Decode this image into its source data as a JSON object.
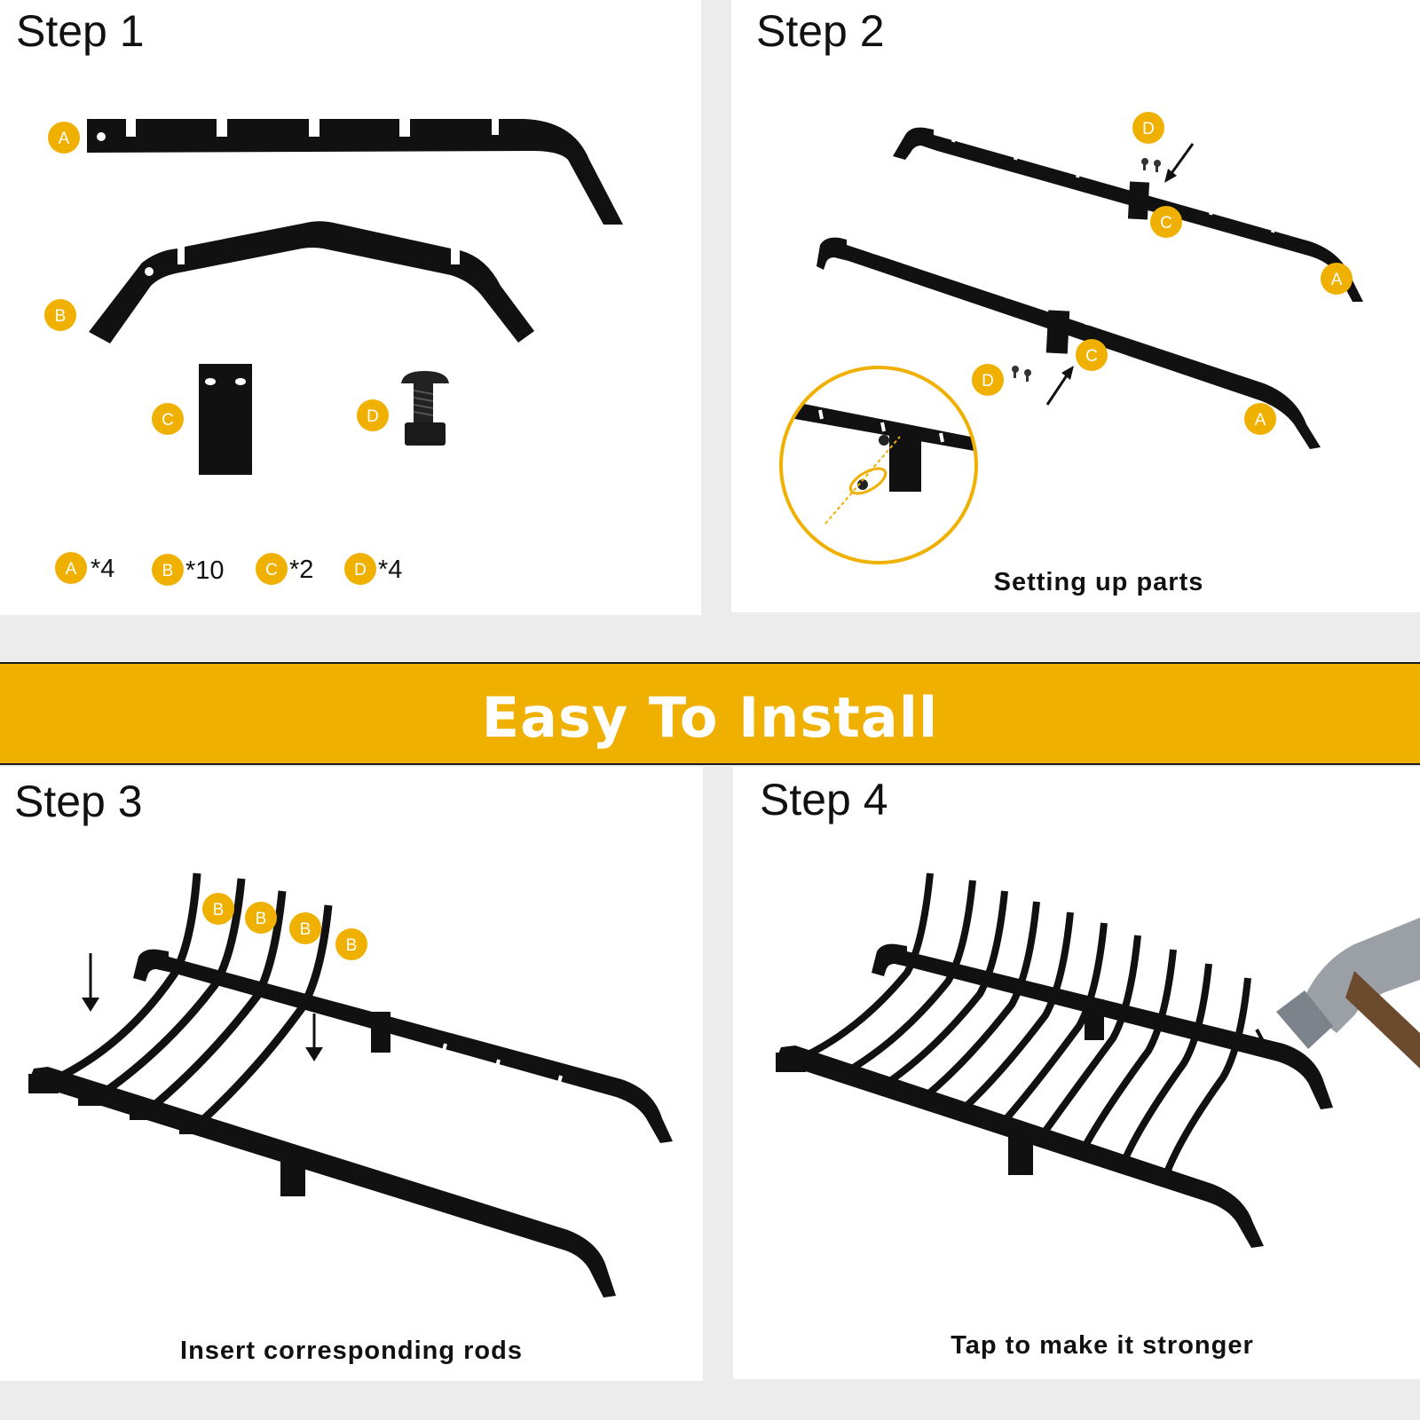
{
  "step1": {
    "title": "Step 1",
    "part_labels": [
      "A",
      "B",
      "C",
      "D"
    ],
    "quantities": [
      {
        "label": "A",
        "count": "*4"
      },
      {
        "label": "B",
        "count": "*10"
      },
      {
        "label": "C",
        "count": "*2"
      },
      {
        "label": "D",
        "count": "*4"
      }
    ]
  },
  "step2": {
    "title": "Step 2",
    "caption": "Setting up parts",
    "part_labels": {
      "d1": "D",
      "c1": "C",
      "a1": "A",
      "c2": "C",
      "d2": "D",
      "a2": "A"
    }
  },
  "banner": {
    "title": "Easy To Install",
    "color": "#f0b000"
  },
  "step3": {
    "title": "Step 3",
    "caption": "Insert corresponding rods",
    "rod_labels": [
      "B",
      "B",
      "B",
      "B"
    ]
  },
  "step4": {
    "title": "Step 4",
    "caption": "Tap to make it stronger"
  },
  "colors": {
    "accent": "#f0b000",
    "part": "#111111",
    "background": "#ececec",
    "panel": "#ffffff"
  }
}
